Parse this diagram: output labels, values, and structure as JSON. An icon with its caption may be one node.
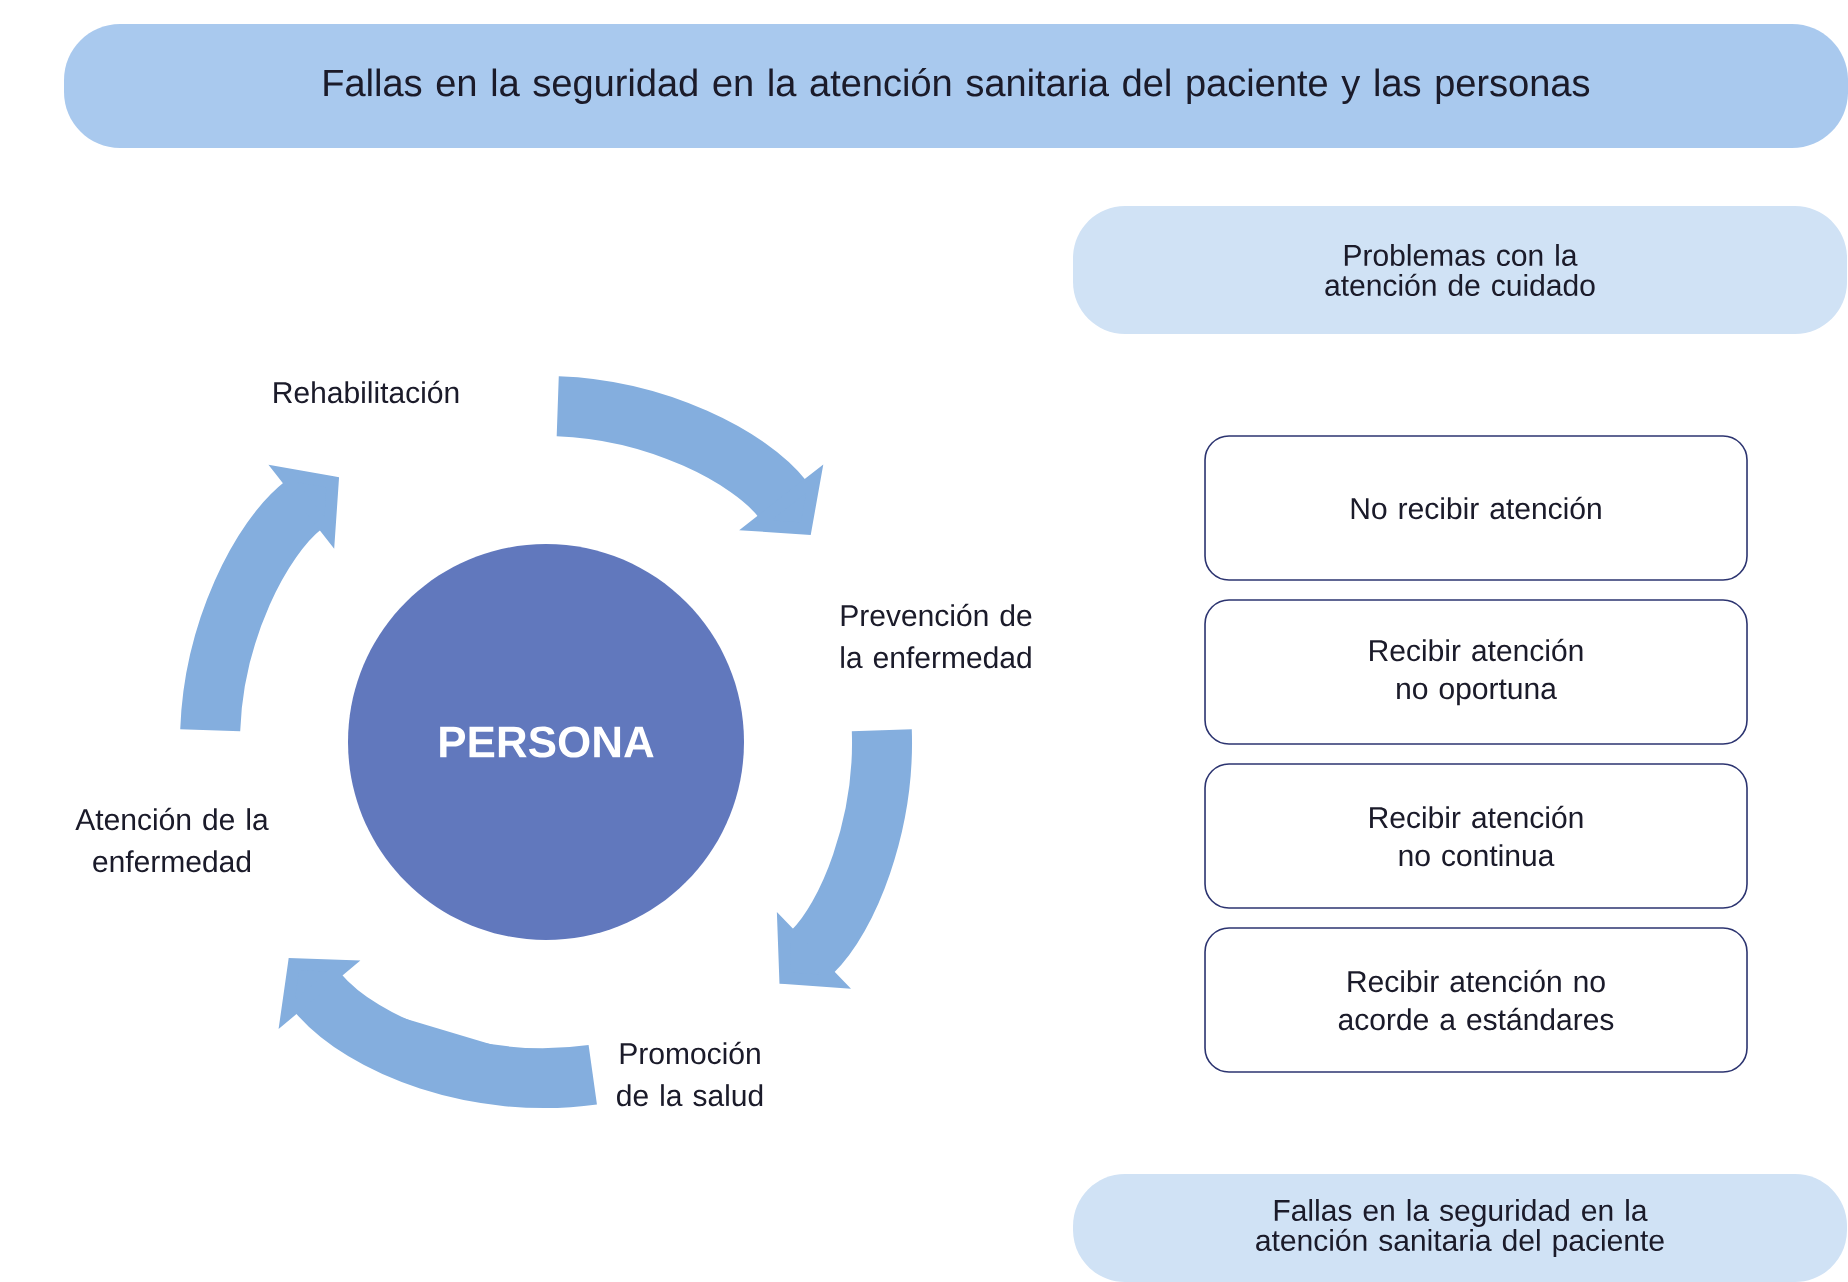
{
  "diagram": {
    "nodes": [
      {
        "text": [
          "Fallas en la seguridad en la atención sanitaria del paciente y las personas"
        ]
      },
      {
        "text": [
          "PERSONA"
        ]
      },
      {
        "text": [
          "Rehabilitación"
        ]
      },
      {
        "text": [
          "Prevención de la enfermedad"
        ]
      },
      {
        "text": [
          "Promoción de la salud"
        ]
      },
      {
        "text": [
          "Atención de la enfermedad"
        ]
      },
      {
        "text": [
          "Problemas con la atención de cuidado"
        ]
      },
      {
        "text": [
          "No recibir atención"
        ]
      },
      {
        "text": [
          "Recibir atención no oportuna"
        ]
      },
      {
        "text": [
          "Recibir atención no continua"
        ]
      },
      {
        "text": [
          "Recibir atención no acorde a estándares"
        ]
      },
      {
        "text": [
          "Fallas en la seguridad en la atención sanitaria del paciente"
        ]
      }
    ],
    "edges": [
      {
        "from": 2,
        "to": 3,
        "arrow": "to"
      },
      {
        "from": 3,
        "to": 4,
        "arrow": "to"
      },
      {
        "from": 4,
        "to": 5,
        "arrow": "to"
      },
      {
        "from": 5,
        "to": 2,
        "arrow": "to"
      }
    ]
  }
}
